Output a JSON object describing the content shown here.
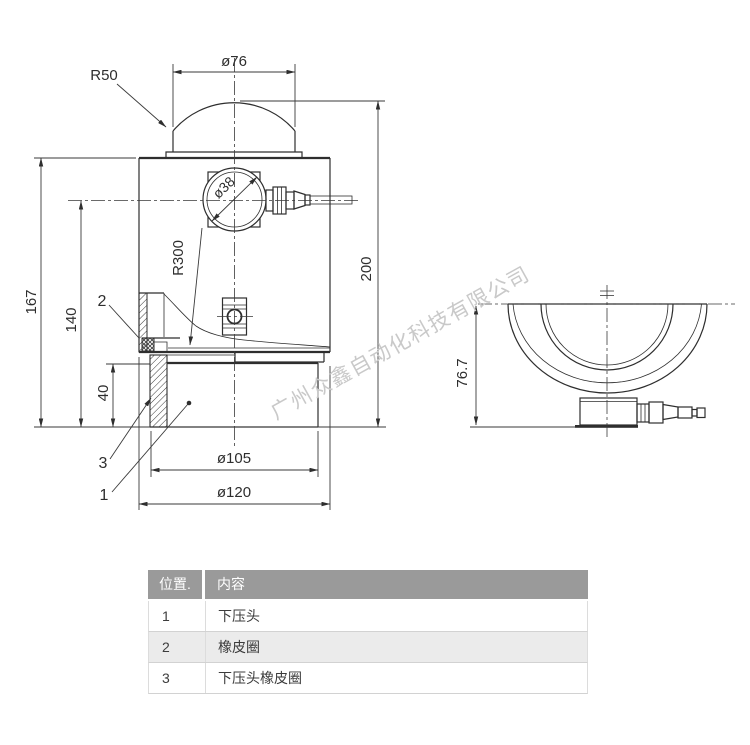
{
  "front_view": {
    "dim_labels": {
      "dia76": "ø76",
      "r50": "R50",
      "dia38": "ø38",
      "r300": "R300",
      "h200": "200",
      "h167": "167",
      "h140": "140",
      "h40": "40",
      "dia105": "ø105",
      "dia120": "ø120"
    },
    "part_labels": {
      "p1": "1",
      "p2": "2",
      "p3": "3"
    }
  },
  "side_view": {
    "dim_labels": {
      "h76_7": "76.7"
    }
  },
  "watermark": {
    "text": "广州众鑫自动化科技有限公司",
    "color": "#c9c9c9"
  },
  "table": {
    "headers": {
      "position": "位置.",
      "content": "内容"
    },
    "rows": [
      {
        "pos": "1",
        "content": "下压头"
      },
      {
        "pos": "2",
        "content": "橡皮圈"
      },
      {
        "pos": "3",
        "content": "下压头橡皮圈"
      }
    ]
  },
  "colors": {
    "line": "#2e2e2e",
    "dim_line": "#3a3a3a",
    "table_header_bg": "#9a9a9a",
    "table_header_text": "#ffffff",
    "table_alt_row_bg": "#ebebeb",
    "background": "#ffffff"
  }
}
